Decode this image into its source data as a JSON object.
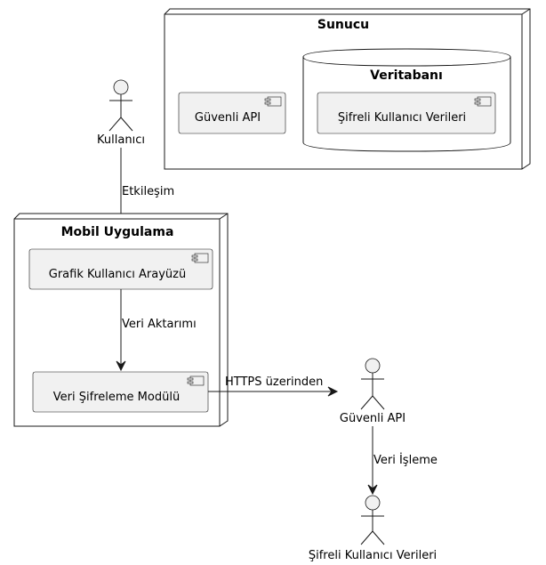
{
  "nodes": {
    "server": {
      "title": "Sunucu"
    },
    "database": {
      "title": "Veritabanı"
    },
    "mobile_app": {
      "title": "Mobil Uygulama"
    }
  },
  "components": {
    "server_api": "Güvenli API",
    "db_user_data": "Şifreli Kullanıcı Verileri",
    "gui": "Grafik Kullanıcı Arayüzü",
    "encryption_module": "Veri Şifreleme Modülü"
  },
  "actors": {
    "user": "Kullanıcı",
    "secure_api": "Güvenli API",
    "encrypted_data": "Şifreli Kullanıcı Verileri"
  },
  "edges": {
    "user_to_gui": "Etkileşim",
    "gui_to_module": "Veri Aktarımı",
    "module_to_api": "HTTPS üzerinden",
    "api_to_data": "Veri İşleme"
  },
  "colors": {
    "component_fill": "#f1f1f1",
    "stroke": "#181818",
    "background": "#ffffff"
  }
}
